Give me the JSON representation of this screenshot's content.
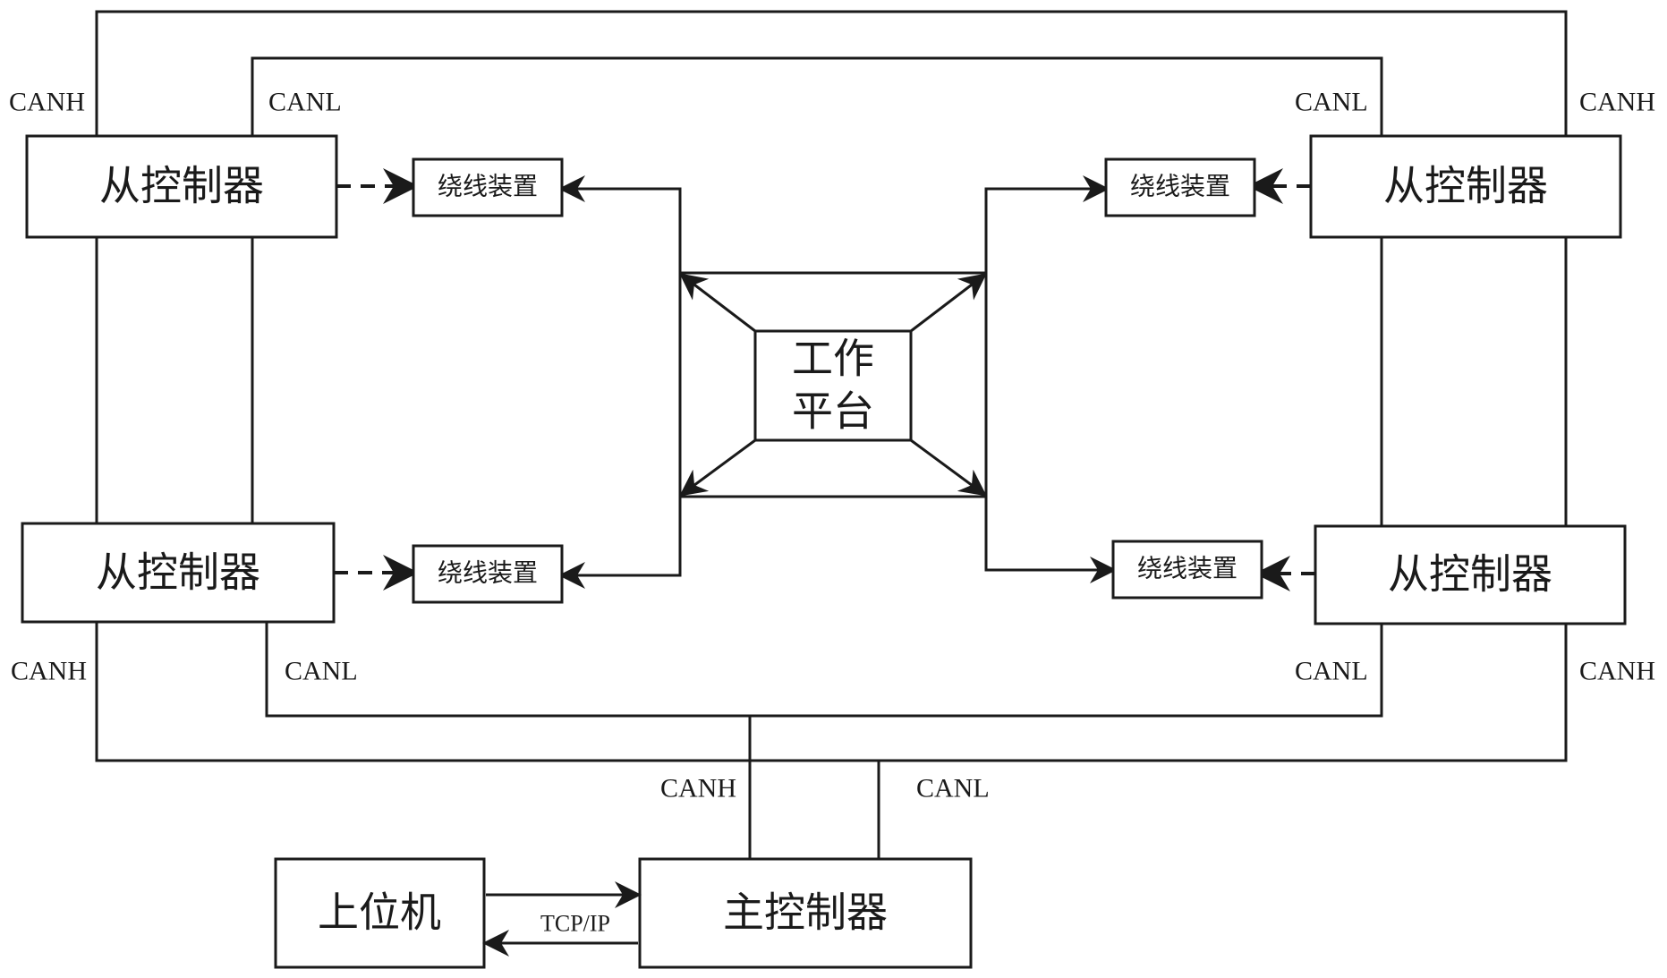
{
  "slave_controller_tl": "从控制器",
  "slave_controller_tr": "从控制器",
  "slave_controller_bl": "从控制器",
  "slave_controller_br": "从控制器",
  "winder_tl": "绕线装置",
  "winder_tr": "绕线装置",
  "winder_bl": "绕线装置",
  "winder_br": "绕线装置",
  "platform_line1": "工作",
  "platform_line2": "平台",
  "host_computer": "上位机",
  "master_controller": "主控制器",
  "protocol": "TCP/IP",
  "canh_tl": "CANH",
  "canl_tl": "CANL",
  "canl_tr": "CANL",
  "canh_tr": "CANH",
  "canh_bl": "CANH",
  "canl_bl": "CANL",
  "canl_br": "CANL",
  "canh_br": "CANH",
  "canh_master": "CANH",
  "canl_master": "CANL"
}
